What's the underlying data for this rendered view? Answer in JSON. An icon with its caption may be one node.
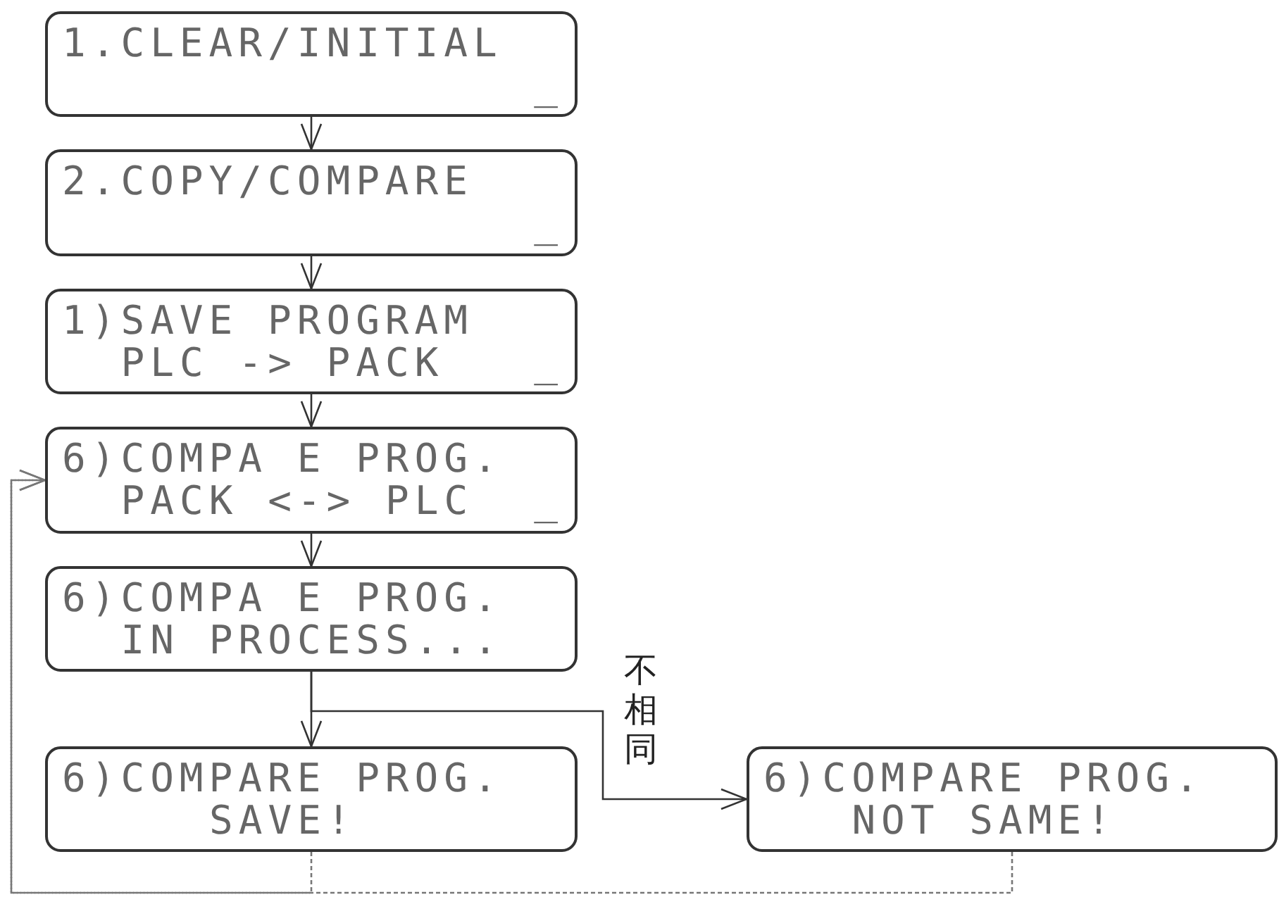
{
  "diagram": {
    "nodes": [
      {
        "text": [
          "1.CLEAR/INITIAL",
          "_"
        ]
      },
      {
        "text": [
          "2.COPY/COMPARE",
          "_"
        ]
      },
      {
        "text": [
          "1)SAVE PROGRAM",
          "PLC -> PACK",
          "_"
        ]
      },
      {
        "text": [
          "6)COMPA E PROG.",
          "PACK <-> PLC",
          "_"
        ]
      },
      {
        "text": [
          "6)COMPA E PROG.",
          "IN PROCESS..."
        ]
      },
      {
        "text": [
          "6)COMPARE PROG.",
          "SAVE!"
        ]
      },
      {
        "text": [
          "6)COMPARE PROG.",
          "NOT SAME!"
        ]
      }
    ],
    "edges": [
      {
        "from": 0,
        "to": 1,
        "arrow": "to"
      },
      {
        "from": 1,
        "to": 2,
        "arrow": "to"
      },
      {
        "from": 2,
        "to": 3,
        "arrow": "to"
      },
      {
        "from": 3,
        "to": 4,
        "arrow": "to"
      },
      {
        "from": 4,
        "to": 5,
        "arrow": "to"
      },
      {
        "from": 4,
        "to": 6,
        "arrow": "to",
        "label": "不相同"
      },
      {
        "from": 5,
        "to": 3,
        "arrow": "to",
        "style": "dashed",
        "color": "#777777"
      },
      {
        "from": 6,
        "to": 3,
        "arrow": "to",
        "style": "dashed",
        "color": "#777777"
      }
    ]
  }
}
